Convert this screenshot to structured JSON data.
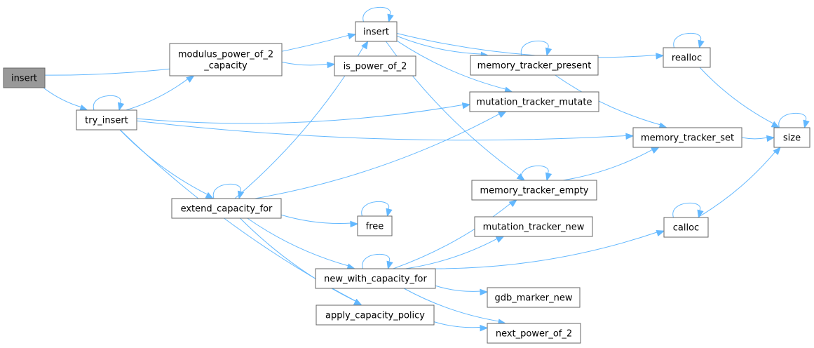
{
  "graph": {
    "nodes": [
      {
        "id": "insert_root",
        "lines": [
          "insert"
        ],
        "root": true
      },
      {
        "id": "try_insert",
        "lines": [
          "try_insert"
        ]
      },
      {
        "id": "modulus_power_of_2_capacity",
        "lines": [
          "modulus_power_of_2",
          "_capacity"
        ]
      },
      {
        "id": "is_power_of_2",
        "lines": [
          "is_power_of_2"
        ]
      },
      {
        "id": "insert_callee",
        "lines": [
          "insert"
        ]
      },
      {
        "id": "memory_tracker_present",
        "lines": [
          "memory_tracker_present"
        ]
      },
      {
        "id": "mutation_tracker_mutate",
        "lines": [
          "mutation_tracker_mutate"
        ]
      },
      {
        "id": "realloc",
        "lines": [
          "realloc"
        ]
      },
      {
        "id": "memory_tracker_set",
        "lines": [
          "memory_tracker_set"
        ]
      },
      {
        "id": "size",
        "lines": [
          "size"
        ]
      },
      {
        "id": "memory_tracker_empty",
        "lines": [
          "memory_tracker_empty"
        ]
      },
      {
        "id": "extend_capacity_for",
        "lines": [
          "extend_capacity_for"
        ]
      },
      {
        "id": "free",
        "lines": [
          "free"
        ]
      },
      {
        "id": "mutation_tracker_new",
        "lines": [
          "mutation_tracker_new"
        ]
      },
      {
        "id": "calloc",
        "lines": [
          "calloc"
        ]
      },
      {
        "id": "new_with_capacity_for",
        "lines": [
          "new_with_capacity_for"
        ]
      },
      {
        "id": "gdb_marker_new",
        "lines": [
          "gdb_marker_new"
        ]
      },
      {
        "id": "apply_capacity_policy",
        "lines": [
          "apply_capacity_policy"
        ]
      },
      {
        "id": "next_power_of_2",
        "lines": [
          "next_power_of_2"
        ]
      }
    ],
    "edges": [
      {
        "from": "insert_root",
        "to": "insert_callee"
      },
      {
        "from": "insert_root",
        "to": "try_insert"
      },
      {
        "from": "try_insert",
        "to": "try_insert"
      },
      {
        "from": "try_insert",
        "to": "modulus_power_of_2_capacity"
      },
      {
        "from": "try_insert",
        "to": "mutation_tracker_mutate"
      },
      {
        "from": "try_insert",
        "to": "memory_tracker_set"
      },
      {
        "from": "try_insert",
        "to": "extend_capacity_for"
      },
      {
        "from": "try_insert",
        "to": "apply_capacity_policy"
      },
      {
        "from": "modulus_power_of_2_capacity",
        "to": "is_power_of_2"
      },
      {
        "from": "insert_callee",
        "to": "insert_callee"
      },
      {
        "from": "insert_callee",
        "to": "memory_tracker_present"
      },
      {
        "from": "insert_callee",
        "to": "mutation_tracker_mutate"
      },
      {
        "from": "insert_callee",
        "to": "realloc"
      },
      {
        "from": "insert_callee",
        "to": "memory_tracker_empty"
      },
      {
        "from": "memory_tracker_present",
        "to": "memory_tracker_present"
      },
      {
        "from": "memory_tracker_present",
        "to": "memory_tracker_set"
      },
      {
        "from": "realloc",
        "to": "realloc"
      },
      {
        "from": "realloc",
        "to": "size"
      },
      {
        "from": "memory_tracker_set",
        "to": "size"
      },
      {
        "from": "size",
        "to": "size"
      },
      {
        "from": "memory_tracker_empty",
        "to": "memory_tracker_empty"
      },
      {
        "from": "memory_tracker_empty",
        "to": "memory_tracker_set"
      },
      {
        "from": "extend_capacity_for",
        "to": "extend_capacity_for"
      },
      {
        "from": "extend_capacity_for",
        "to": "insert_callee"
      },
      {
        "from": "extend_capacity_for",
        "to": "mutation_tracker_mutate"
      },
      {
        "from": "extend_capacity_for",
        "to": "free"
      },
      {
        "from": "extend_capacity_for",
        "to": "new_with_capacity_for"
      },
      {
        "from": "extend_capacity_for",
        "to": "apply_capacity_policy"
      },
      {
        "from": "free",
        "to": "free"
      },
      {
        "from": "calloc",
        "to": "calloc"
      },
      {
        "from": "calloc",
        "to": "size"
      },
      {
        "from": "new_with_capacity_for",
        "to": "new_with_capacity_for"
      },
      {
        "from": "new_with_capacity_for",
        "to": "memory_tracker_empty"
      },
      {
        "from": "new_with_capacity_for",
        "to": "mutation_tracker_new"
      },
      {
        "from": "new_with_capacity_for",
        "to": "calloc"
      },
      {
        "from": "new_with_capacity_for",
        "to": "gdb_marker_new"
      },
      {
        "from": "new_with_capacity_for",
        "to": "next_power_of_2"
      },
      {
        "from": "apply_capacity_policy",
        "to": "next_power_of_2"
      }
    ]
  }
}
